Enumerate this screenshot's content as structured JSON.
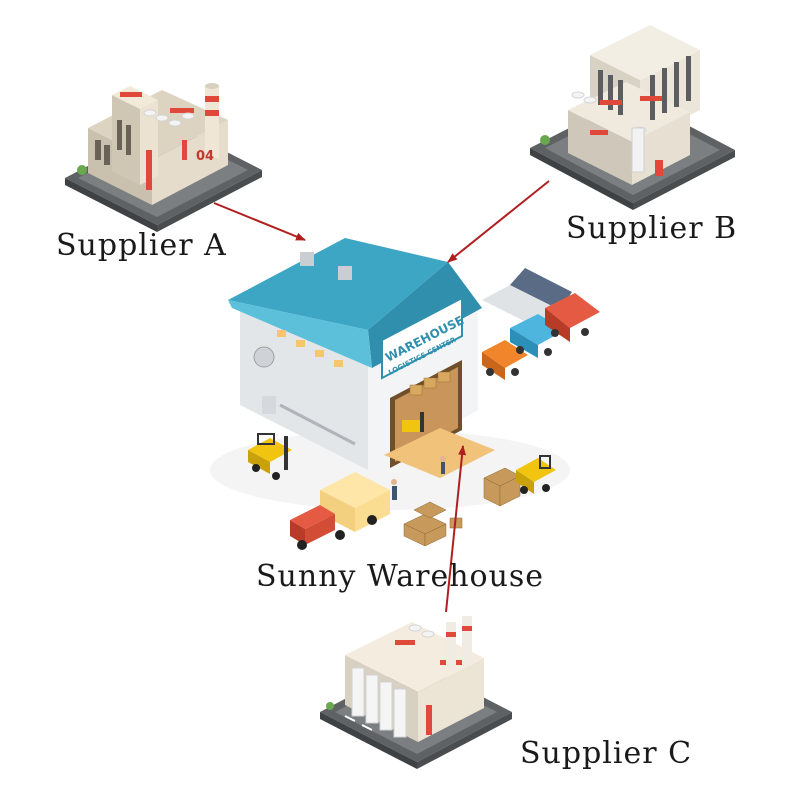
{
  "nodes": {
    "supplier_a": {
      "label": "Supplier A",
      "plate": "04"
    },
    "supplier_b": {
      "label": "Supplier B"
    },
    "supplier_c": {
      "label": "Supplier C"
    },
    "warehouse": {
      "label": "Sunny Warehouse",
      "sign_title": "WAREHOUSE",
      "sign_subtitle": "LOGISTICS CENTER"
    }
  },
  "edges": [
    {
      "from": "Supplier A",
      "to": "Sunny Warehouse"
    },
    {
      "from": "Supplier B",
      "to": "Sunny Warehouse"
    },
    {
      "from": "Supplier C",
      "to": "Sunny Warehouse"
    }
  ],
  "colors": {
    "arrow": "#b01f1f",
    "roof": "#3da6c4",
    "wall": "#eef0f2",
    "factory_wall": "#ece3d3",
    "accent_red": "#e0483a",
    "forklift": "#f1c40f",
    "ground": "#6f7275"
  }
}
